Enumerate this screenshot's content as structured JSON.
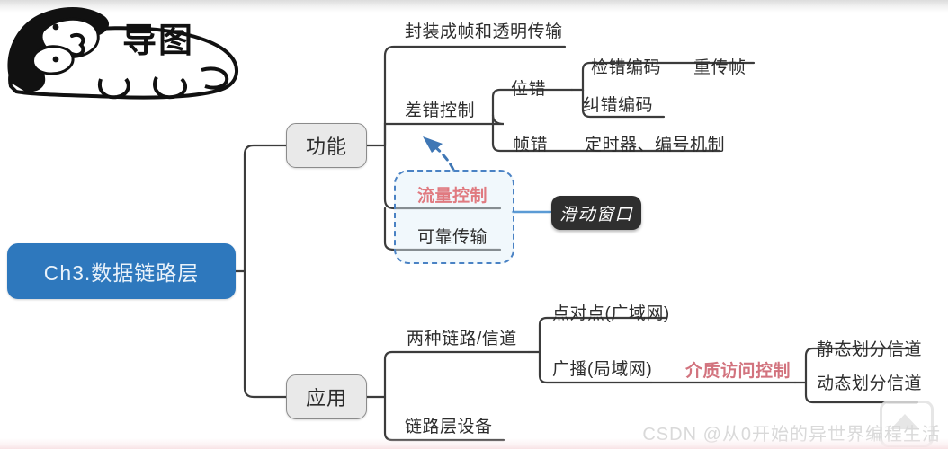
{
  "page": {
    "background": "#ffffff",
    "watermark": "CSDN @从0开始的异世界编程生活",
    "sticker_label": "导图"
  },
  "colors": {
    "root_fill": "#2e78bd",
    "root_text": "#e9f2fa",
    "node_fill": "#e9e9e9",
    "node_border": "#8b8b8b",
    "dark_fill": "#2f2f2f",
    "dark_text": "#ffffff",
    "connector": "#3c3c3c",
    "highlight_dash": "#4a82c4",
    "accent_red": "#e07a80",
    "accent_pink": "#d2737e"
  },
  "mindmap": {
    "root": {
      "label": "Ch3.数据链路层"
    },
    "branches": [
      {
        "id": "function",
        "label": "功能",
        "children": [
          {
            "id": "framing",
            "label": "封装成帧和透明传输"
          },
          {
            "id": "error-control",
            "label": "差错控制",
            "children": [
              {
                "id": "bit-error",
                "label": "位错",
                "children": [
                  {
                    "id": "detect-code",
                    "label": "检错编码",
                    "children": [
                      {
                        "id": "retransmit-frame",
                        "label": "重传帧"
                      }
                    ]
                  },
                  {
                    "id": "correct-code",
                    "label": "纠错编码"
                  }
                ]
              },
              {
                "id": "frame-error",
                "label": "帧错",
                "children": [
                  {
                    "id": "timer-seq",
                    "label": "定时器、编号机制"
                  }
                ]
              }
            ]
          },
          {
            "id": "flow-control",
            "label": "流量控制",
            "highlight": true,
            "accent": "accent_red"
          },
          {
            "id": "reliable-transfer",
            "label": "可靠传输",
            "highlight": true
          }
        ],
        "callout": {
          "id": "sliding-window",
          "label": "滑动窗口"
        }
      },
      {
        "id": "application",
        "label": "应用",
        "children": [
          {
            "id": "link-channel",
            "label": "两种链路/信道",
            "children": [
              {
                "id": "point-to-point",
                "label": "点对点(广域网)"
              },
              {
                "id": "broadcast",
                "label": "广播(局域网)",
                "children": [
                  {
                    "id": "medium-access-control",
                    "label": "介质访问控制",
                    "accent": "accent_pink",
                    "children": [
                      {
                        "id": "static-channel",
                        "label": "静态划分信道"
                      },
                      {
                        "id": "dynamic-channel",
                        "label": "动态划分信道"
                      }
                    ]
                  }
                ]
              }
            ]
          },
          {
            "id": "link-layer-device",
            "label": "链路层设备"
          }
        ]
      }
    ]
  }
}
